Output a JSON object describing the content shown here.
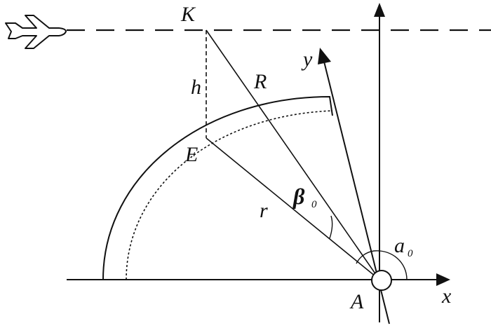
{
  "labels": {
    "aircraft_point": "K",
    "radar_point": "A",
    "earth_point": "E",
    "range_point": "R",
    "height": "h",
    "radius": "r",
    "x_axis": "x",
    "y_axis": "y",
    "beta_symbol": "β",
    "beta_subscript": "0",
    "alpha_symbol": "a",
    "alpha_subscript": "0"
  },
  "icons": {
    "aircraft": "airplane-icon",
    "radar": "circle"
  },
  "colors": {
    "stroke": "#111111",
    "background": "#ffffff"
  }
}
